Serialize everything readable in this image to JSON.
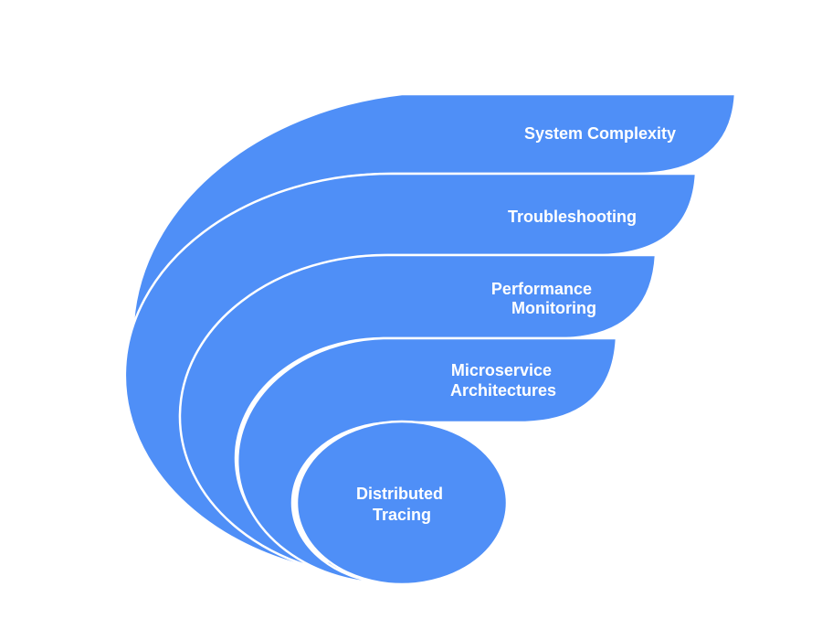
{
  "diagram": {
    "fill_color": "#4f8ff7",
    "layers": [
      {
        "id": "system-complexity",
        "lines": [
          "System Complexity"
        ]
      },
      {
        "id": "troubleshooting",
        "lines": [
          "Troubleshooting"
        ]
      },
      {
        "id": "performance-monitoring",
        "lines": [
          "Performance",
          "Monitoring"
        ]
      },
      {
        "id": "microservice-architectures",
        "lines": [
          "Microservice",
          "Architectures"
        ]
      },
      {
        "id": "distributed-tracing",
        "lines": [
          "Distributed",
          "Tracing"
        ]
      }
    ]
  }
}
